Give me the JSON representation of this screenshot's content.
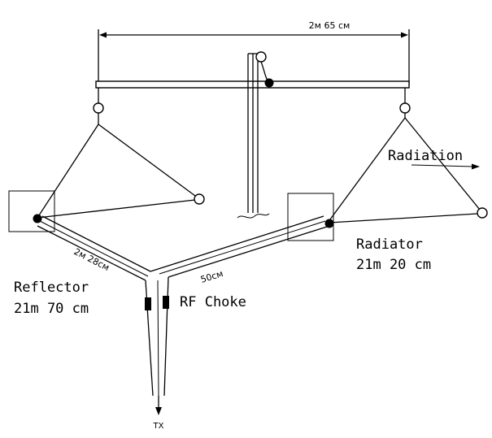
{
  "dimensions": {
    "boom_length": "2м 65 см",
    "feed_left_length": "2м 28см",
    "feed_right_length": "50см"
  },
  "labels": {
    "radiation": "Radiation",
    "radiator_name": "Radiator",
    "radiator_length": "21m 20 cm",
    "reflector_name": "Reflector",
    "reflector_length": "21m 70 cm",
    "rf_choke": "RF Choke",
    "tx": "TX"
  }
}
